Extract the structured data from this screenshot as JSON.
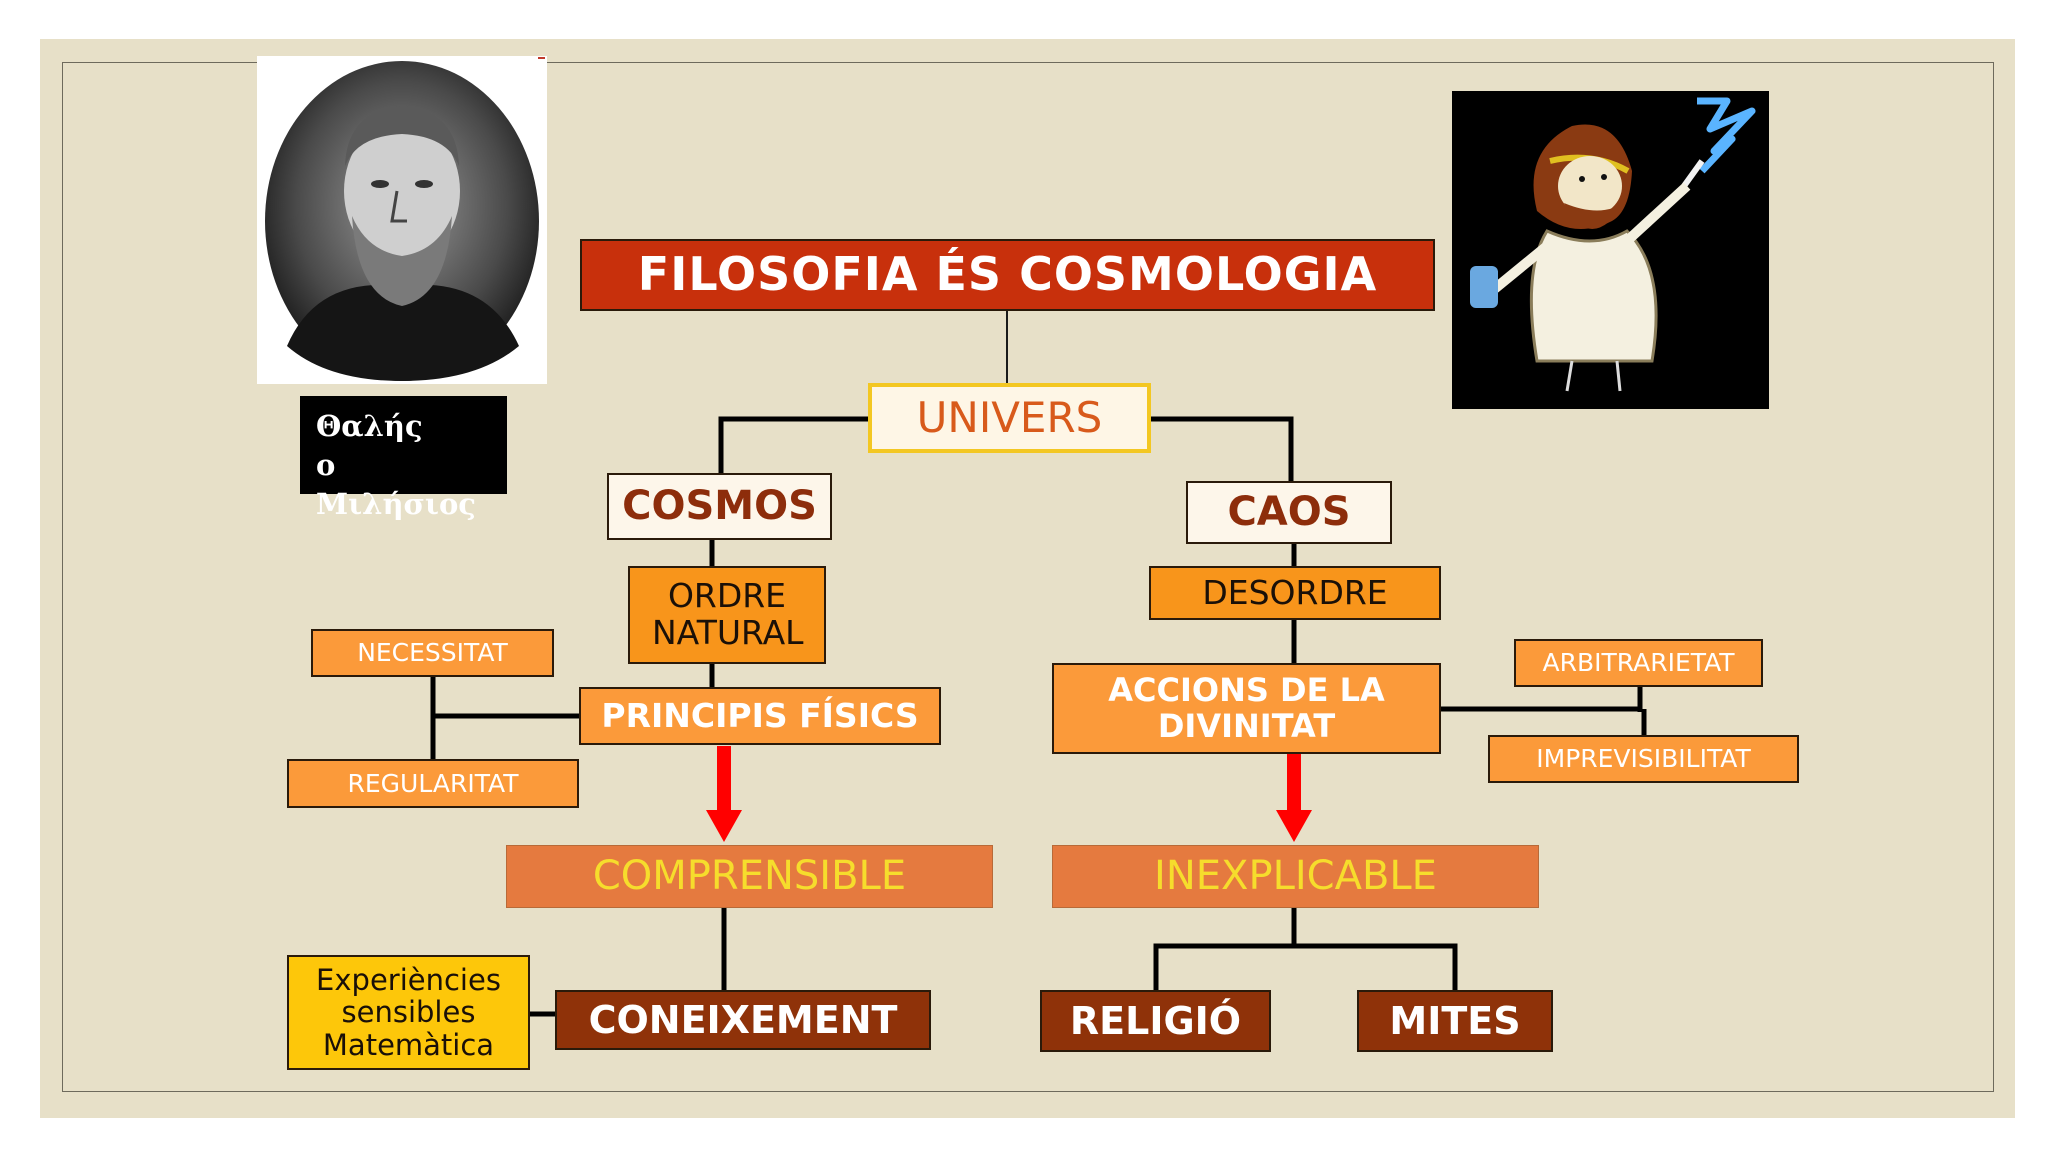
{
  "diagram": {
    "title": "FILOSOFIA ÉS COSMOLOGIA",
    "root": "UNIVERS",
    "left_branch": {
      "name": "COSMOS",
      "state": "ORDRE NATURAL",
      "cause": "PRINCIPIS FÍSICS",
      "attributes": [
        "NECESSITAT",
        "REGULARITAT"
      ],
      "result": "COMPRENSIBLE",
      "outcome": "CONEIXEMENT",
      "source_lines": [
        "Experiències",
        "sensibles",
        "Matemàtica"
      ]
    },
    "right_branch": {
      "name": "CAOS",
      "state": "DESORDRE",
      "cause_lines": [
        "ACCIONS DE LA",
        "DIVINITAT"
      ],
      "attributes": [
        "ARBITRARIETAT",
        "IMPREVISIBILITAT"
      ],
      "result": "INEXPLICABLE",
      "outcomes": [
        "RELIGIÓ",
        "MITES"
      ]
    }
  },
  "portrait": {
    "caption_lines": [
      "Θαλής",
      "ο Μιλήσιος"
    ]
  },
  "cartoon": {
    "icon": "zeus-lightning-cartoon"
  },
  "colors": {
    "background": "#e7e0c8",
    "title_red": "#c8300c",
    "orange": "#fb9a3a",
    "dark_orange": "#f8951b",
    "brown": "#8f3209",
    "yellow": "#fdc70a",
    "text_yellow": "#f6dd2c",
    "arrow_red": "#ff0000"
  }
}
